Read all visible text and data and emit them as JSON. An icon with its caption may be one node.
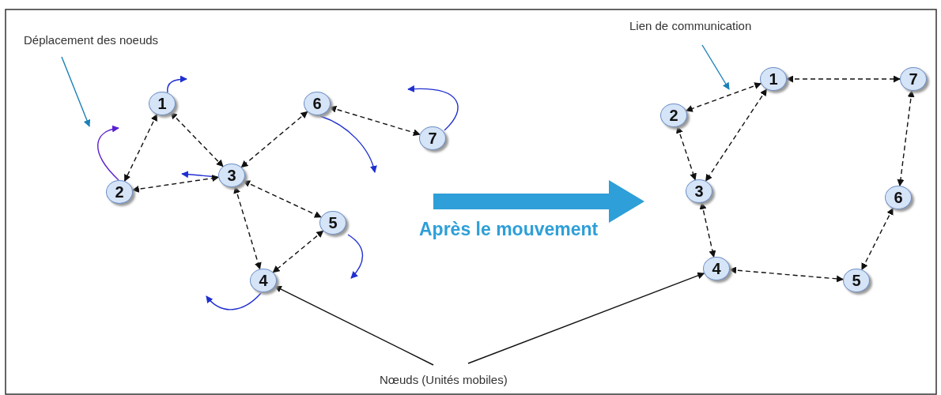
{
  "diagram": {
    "nodes": [
      {
        "text": [
          "Déplacement des noeuds"
        ]
      },
      {
        "text": [
          "1"
        ]
      },
      {
        "text": [
          "2"
        ]
      },
      {
        "text": [
          "3"
        ]
      },
      {
        "text": [
          "4"
        ]
      },
      {
        "text": [
          "5"
        ]
      },
      {
        "text": [
          "6"
        ]
      },
      {
        "text": [
          "7"
        ]
      },
      {
        "text": [
          "Lien de communication"
        ]
      },
      {
        "text": [
          "1"
        ]
      },
      {
        "text": [
          "2"
        ]
      },
      {
        "text": [
          "3"
        ]
      },
      {
        "text": [
          "4"
        ]
      },
      {
        "text": [
          "5"
        ]
      },
      {
        "text": [
          "6"
        ]
      },
      {
        "text": [
          "7"
        ]
      },
      {
        "text": [
          "Nœuds (Unités mobiles)"
        ]
      }
    ],
    "edges": [
      {
        "from": 1,
        "to": 2,
        "arrow": "both",
        "style": "dashed"
      },
      {
        "from": 1,
        "to": 3,
        "arrow": "both",
        "style": "dashed"
      },
      {
        "from": 2,
        "to": 3,
        "arrow": "both",
        "style": "dashed"
      },
      {
        "from": 6,
        "to": 3,
        "arrow": "both",
        "style": "dashed"
      },
      {
        "from": 6,
        "to": 7,
        "arrow": "both",
        "style": "dashed"
      },
      {
        "from": 3,
        "to": 5,
        "arrow": "both",
        "style": "dashed"
      },
      {
        "from": 3,
        "to": 4,
        "arrow": "both",
        "style": "dashed"
      },
      {
        "from": 5,
        "to": 4,
        "arrow": "both",
        "style": "dashed"
      },
      {
        "from": 9,
        "to": 10,
        "arrow": "both",
        "style": "dashed"
      },
      {
        "from": 9,
        "to": 15,
        "arrow": "both",
        "style": "dashed"
      },
      {
        "from": 9,
        "to": 11,
        "arrow": "both",
        "style": "dashed"
      },
      {
        "from": 10,
        "to": 11,
        "arrow": "both",
        "style": "dashed"
      },
      {
        "from": 11,
        "to": 12,
        "arrow": "both",
        "style": "dashed"
      },
      {
        "from": 12,
        "to": 13,
        "arrow": "both",
        "style": "dashed"
      },
      {
        "from": 14,
        "to": 13,
        "arrow": "both",
        "style": "dashed"
      },
      {
        "from": 15,
        "to": 14,
        "arrow": "both",
        "style": "dashed"
      },
      {
        "from": 0,
        "to": null,
        "arrow": "to",
        "color": "#1a80b8"
      },
      {
        "from": 8,
        "to": null,
        "arrow": "to",
        "color": "#1a80b8"
      },
      {
        "from": 16,
        "to": 4,
        "arrow": "to"
      },
      {
        "from": 16,
        "to": 12,
        "arrow": "to"
      }
    ],
    "labels": [
      "Après le mouvement"
    ]
  }
}
